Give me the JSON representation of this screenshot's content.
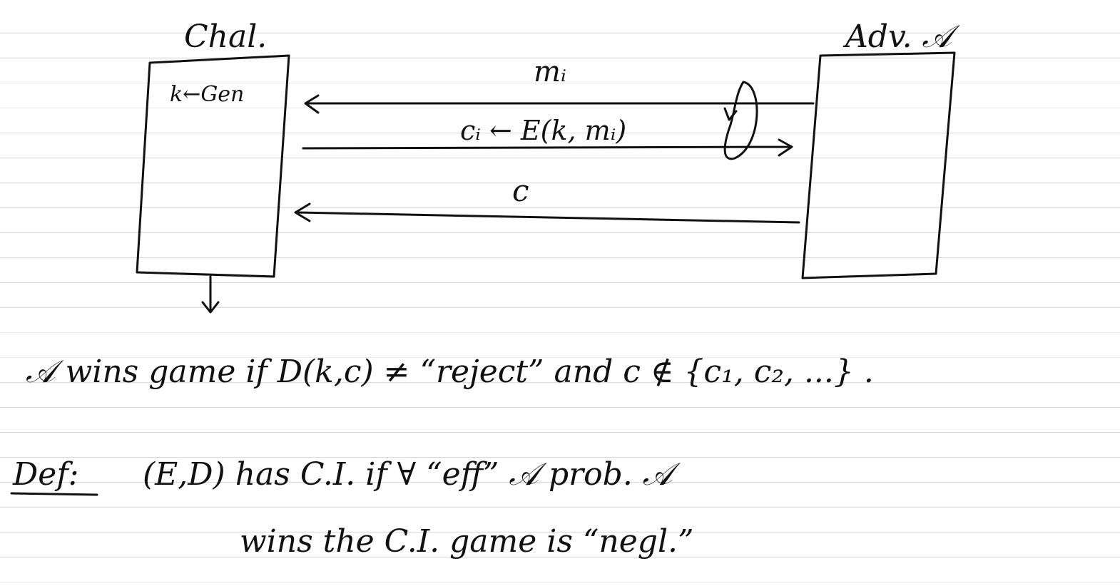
{
  "diagram": {
    "challenger_label": "Chal.",
    "adversary_label": "Adv. 𝒜",
    "key_gen_text": "k←Gen",
    "message_1_label": "mᵢ",
    "message_2_label": "cᵢ ← E(k, mᵢ)",
    "message_3_label": "c"
  },
  "notes": {
    "win_condition": "𝒜 wins game if D(k,c) ≠ “reject” and c ∉ {c₁, c₂, ...} .",
    "definition_label": "Def:",
    "definition_line1": "(E,D) has C.I. if ∀ “eff” 𝒜 prob. 𝒜",
    "definition_line2": "wins the C.I. game is “negl.”"
  }
}
